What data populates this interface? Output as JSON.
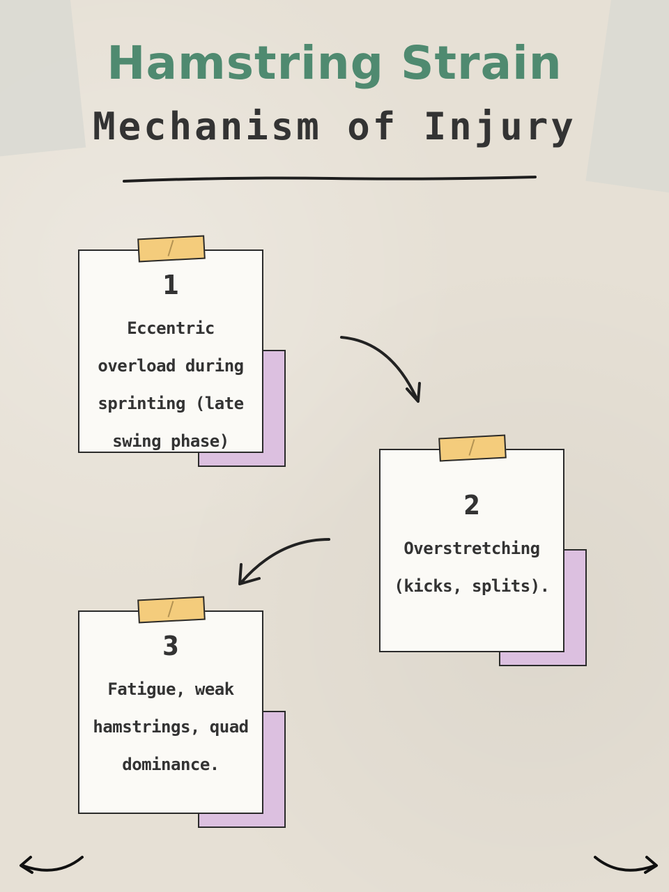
{
  "header": {
    "title": "Hamstring Strain",
    "subtitle": "Mechanism of Injury"
  },
  "notes": [
    {
      "number": "1",
      "text": "Eccentric overload during sprinting (late swing phase)"
    },
    {
      "number": "2",
      "text": "Overstretching (kicks, splits)."
    },
    {
      "number": "3",
      "text": "Fatigue, weak hamstrings, quad dominance."
    }
  ],
  "colors": {
    "background": "#e6e0d5",
    "title": "#4f8a70",
    "text": "#333333",
    "note_paper": "#fbfaf6",
    "note_shadow": "#dcc0e0",
    "tape": "#f4cc7c"
  },
  "icons": {
    "flow_arrow_1": "curved-arrow-down-right-icon",
    "flow_arrow_2": "curved-arrow-down-left-icon",
    "nav_prev": "swipe-left-arrow-icon",
    "nav_next": "swipe-right-arrow-icon"
  }
}
